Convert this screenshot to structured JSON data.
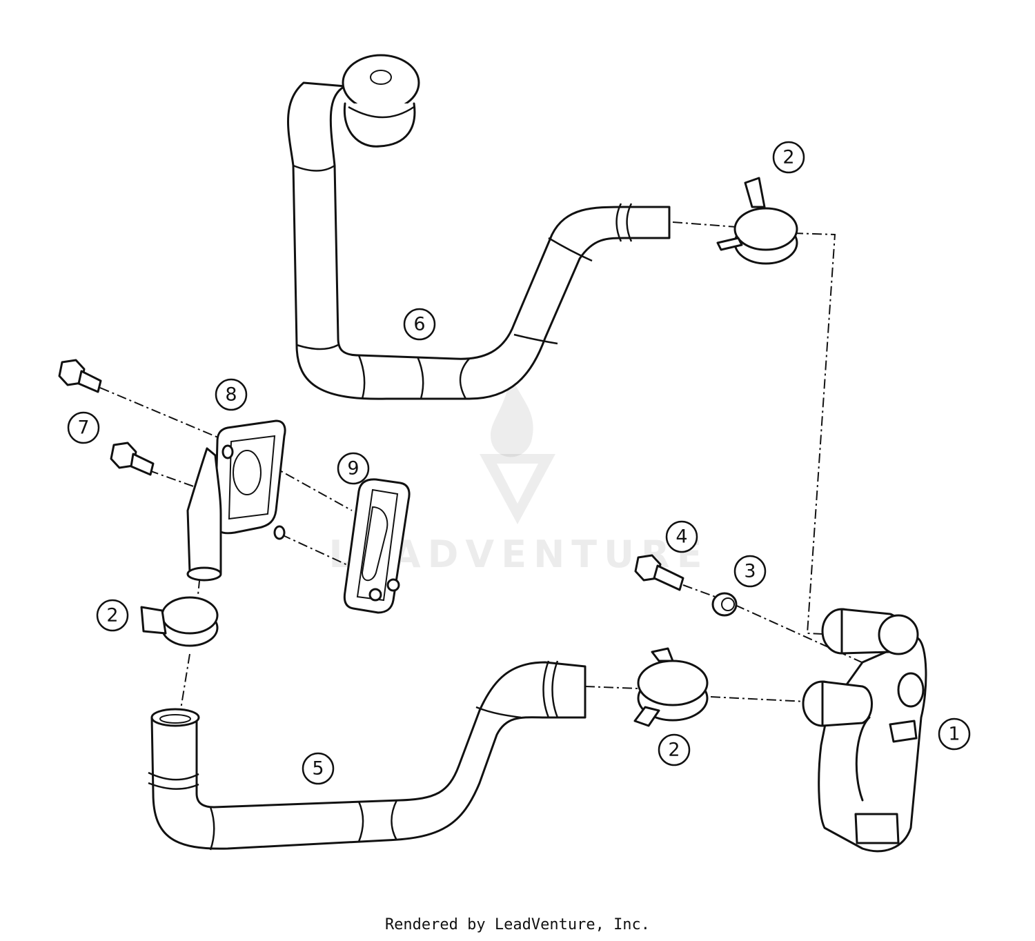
{
  "callouts": [
    {
      "id": "c1",
      "label": "1"
    },
    {
      "id": "c2a",
      "label": "2"
    },
    {
      "id": "c2b",
      "label": "2"
    },
    {
      "id": "c2c",
      "label": "2"
    },
    {
      "id": "c3",
      "label": "3"
    },
    {
      "id": "c4",
      "label": "4"
    },
    {
      "id": "c5",
      "label": "5"
    },
    {
      "id": "c6",
      "label": "6"
    },
    {
      "id": "c7",
      "label": "7"
    },
    {
      "id": "c8",
      "label": "8"
    },
    {
      "id": "c9",
      "label": "9"
    }
  ],
  "watermark": "LEADVENTURE",
  "footer": "Rendered by LeadVenture, Inc."
}
